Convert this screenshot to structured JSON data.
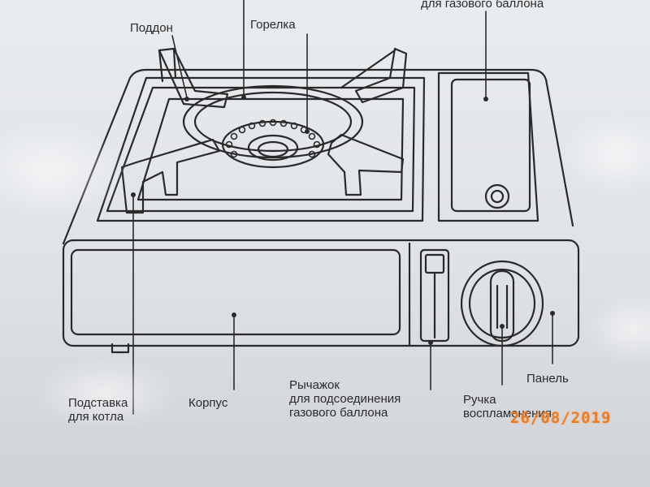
{
  "labels": {
    "tray": "Поддон",
    "burner": "Горелка",
    "cylinder_top": "для газового баллона",
    "stand": [
      "Подставка",
      "для котла"
    ],
    "body": "Корпус",
    "lever": [
      "Рычажок",
      "для подсоединения",
      "газового баллона"
    ],
    "knob": [
      "Ручка",
      "воспламенения"
    ],
    "panel": "Панель"
  },
  "stamp": "26/08/2019",
  "colors": {
    "line": "#2a2a2a",
    "stamp": "#f07a1e",
    "paper": "#e6e9ec"
  }
}
